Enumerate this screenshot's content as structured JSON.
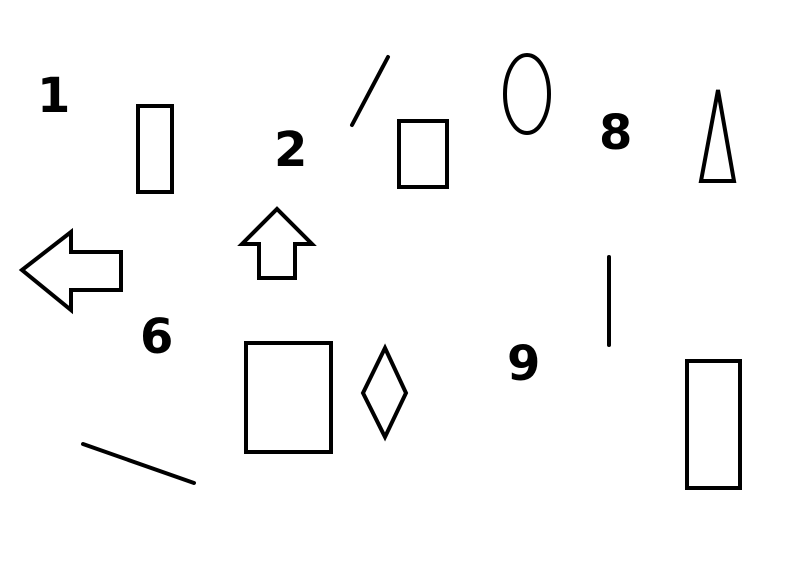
{
  "colors": {
    "background": "#ffffff",
    "ink": "#000000"
  },
  "labels": {
    "one": "1",
    "two": "2",
    "six": "6",
    "eight": "8",
    "nine": "9"
  },
  "shapes": [
    "left-arrow",
    "up-arrow",
    "tall-rectangle",
    "small-rectangle",
    "large-rectangle",
    "bottom-right-rectangle",
    "ellipse",
    "thin-triangle",
    "diamond",
    "diagonal-line",
    "vertical-line",
    "sloped-line"
  ]
}
